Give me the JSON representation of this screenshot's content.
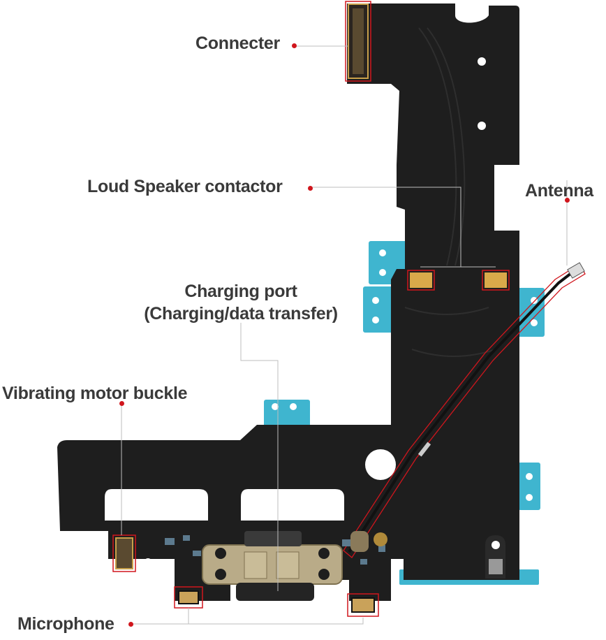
{
  "labels": {
    "connector": "Connecter",
    "loud_speaker": "Loud Speaker contactor",
    "antenna": "Antenna",
    "charging_port_line1": "Charging port",
    "charging_port_line2": "(Charging/data transfer)",
    "vibrating_motor": "Vibrating motor buckle",
    "microphone": "Microphone"
  },
  "colors": {
    "board": "#1e1e1e",
    "bracket": "#3fb5cf",
    "callout_dot": "#d0161d",
    "callout_line": "#bdbdbd",
    "label_text": "#3a3a3a",
    "contact_pad": "#d9a94a",
    "port_metal": "#b9ab88"
  }
}
